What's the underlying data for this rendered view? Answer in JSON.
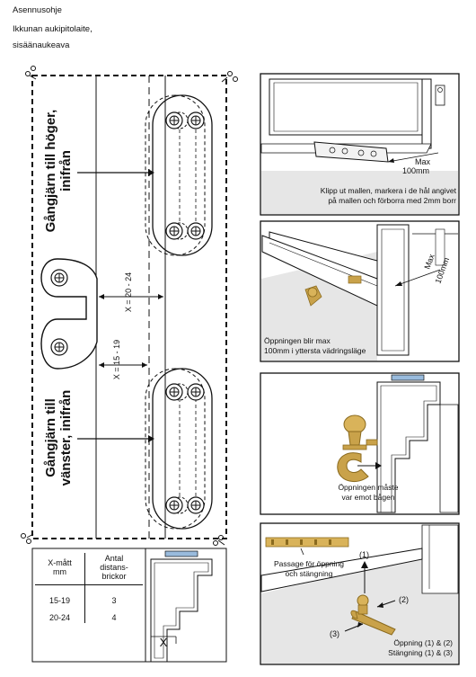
{
  "header": {
    "line1": "Asennusohje",
    "line2": "Ikkunan aukipitolaite,",
    "line3": "sisäänaukeava"
  },
  "template": {
    "hinge_right_label_1": "Gångjärn till höger,",
    "hinge_right_label_2": "inifrån",
    "hinge_left_label_1": "Gångjärn till",
    "hinge_left_label_2": "vänster, inifrån",
    "dim_upper": "X = 20 - 24",
    "dim_lower": "X = 15 - 19"
  },
  "table": {
    "col1_header_1": "X-mått",
    "col1_header_2": "mm",
    "col2_header_1": "Antal",
    "col2_header_2": "distans-",
    "col2_header_3": "brickor",
    "rows": [
      {
        "x": "15-19",
        "count": "3"
      },
      {
        "x": "20-24",
        "count": "4"
      }
    ],
    "x_symbol": "X"
  },
  "panels": {
    "p1": {
      "max_1": "Max",
      "max_2": "100mm",
      "caption_1": "Klipp ut mallen, markera i de hål angivet",
      "caption_2": "på mallen och förborra med 2mm borr"
    },
    "p2": {
      "max_1": "Max",
      "max_2": "100mm",
      "caption_1": "Öppningen blir max",
      "caption_2": "100mm i yttersta vädringsläge"
    },
    "p3": {
      "caption_1": "Öppningen måste",
      "caption_2": "var emot bågen"
    },
    "p4": {
      "passage_1": "Passage för öppning",
      "passage_2": "och stängning",
      "step1": "(1)",
      "step2": "(2)",
      "step3": "(3)",
      "open": "Öppning (1) & (2)",
      "close": "Stängning (1) & (3)"
    }
  },
  "colors": {
    "brass": "#c9a24a",
    "brass_dark": "#8a6a1e",
    "line": "#111111",
    "grey": "#e6e6e6"
  }
}
